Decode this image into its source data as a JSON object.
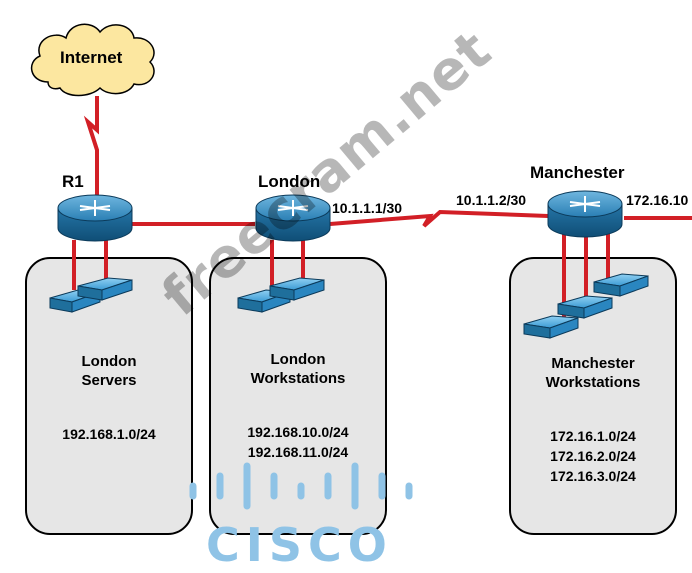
{
  "internet": {
    "label": "Internet"
  },
  "routers": {
    "r1": "R1",
    "london": "London",
    "manchester": "Manchester"
  },
  "interfaces": {
    "london_wan": "10.1.1.1/30",
    "manchester_wan": "10.1.1.2/30",
    "manchester_right": "172.16.10"
  },
  "areas": {
    "london_servers": {
      "line1": "London",
      "line2": "Servers",
      "subnets": [
        "192.168.1.0/24"
      ]
    },
    "london_workstations": {
      "line1": "London",
      "line2": "Workstations",
      "subnets": [
        "192.168.10.0/24",
        "192.168.11.0/24"
      ]
    },
    "manchester_workstations": {
      "line1": "Manchester",
      "line2": "Workstations",
      "subnets": [
        "172.16.1.0/24",
        "172.16.2.0/24",
        "172.16.3.0/24"
      ]
    }
  },
  "watermark": {
    "text": "freecram.net"
  },
  "logo": {
    "text": "CISCO"
  },
  "colors": {
    "link": "#d21f26",
    "router_blue": "#1f6f9c",
    "switch_blue": "#2f8ccb",
    "cloud": "#fce7a0",
    "box": "#e6e6e6",
    "logo": "#8fc3e6"
  }
}
